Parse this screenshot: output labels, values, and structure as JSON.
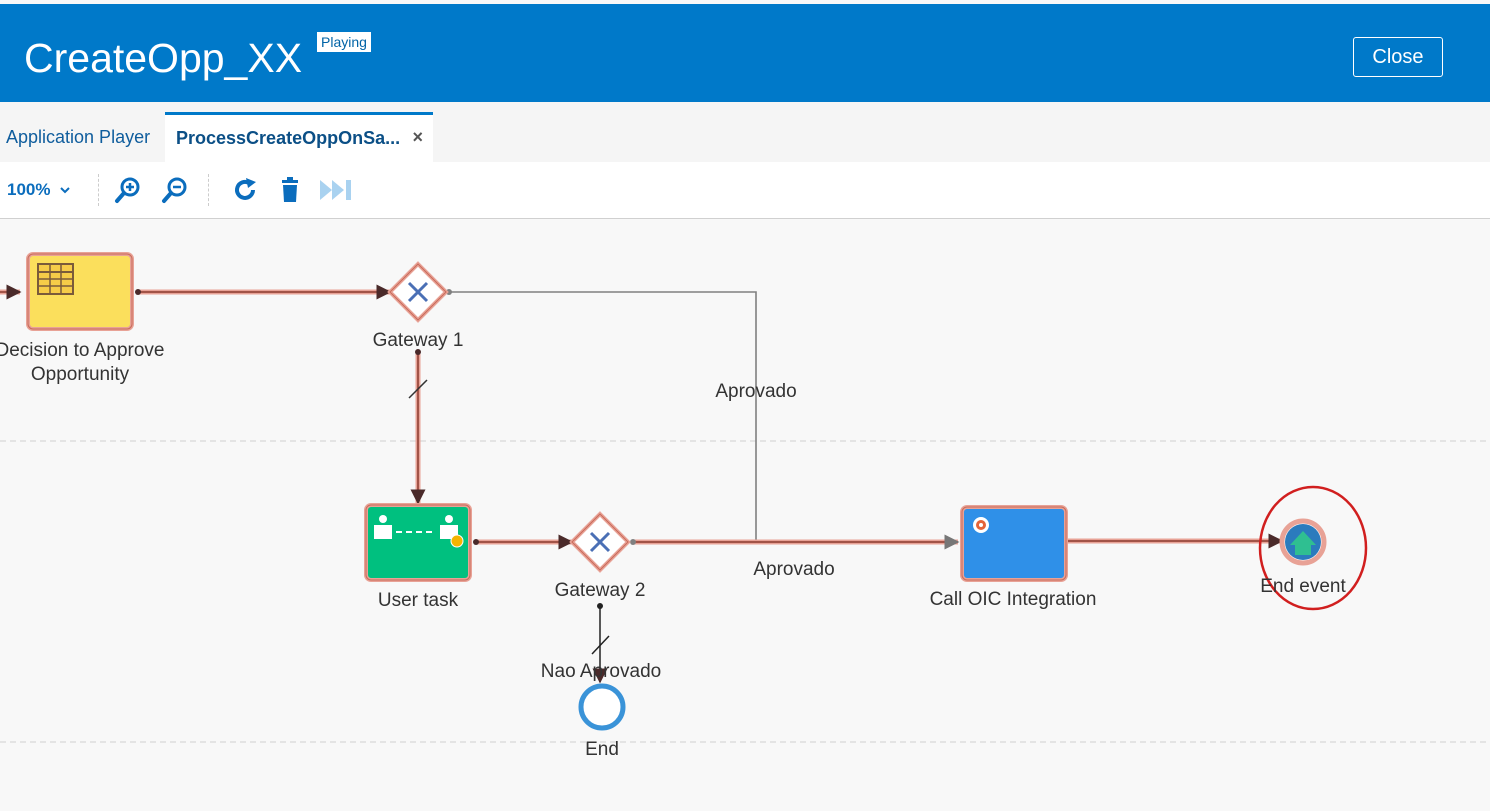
{
  "header": {
    "title": "CreateOpp_XX",
    "status": "Playing",
    "close_label": "Close"
  },
  "tabs": [
    {
      "label": "Application Player"
    },
    {
      "label": "ProcessCreateOppOnSa...",
      "close": "×"
    }
  ],
  "toolbar": {
    "zoom_label": "100%"
  },
  "diagram": {
    "task_decision": "Decision to Approve",
    "task_decision_2": "Opportunity",
    "gateway1": "Gateway 1",
    "gateway2": "Gateway 2",
    "user_task": "User task",
    "call_oic": "Call OIC Integration",
    "end_event": "End event",
    "end": "End",
    "flow_aprovado_1": "Aprovado",
    "flow_aprovado_2": "Aprovado",
    "flow_nao_aprovado": "Nao Aprovado"
  },
  "colors": {
    "header_bg": "#0079c9",
    "flow_active": "#c0392b",
    "highlight": "#d11f1f"
  }
}
